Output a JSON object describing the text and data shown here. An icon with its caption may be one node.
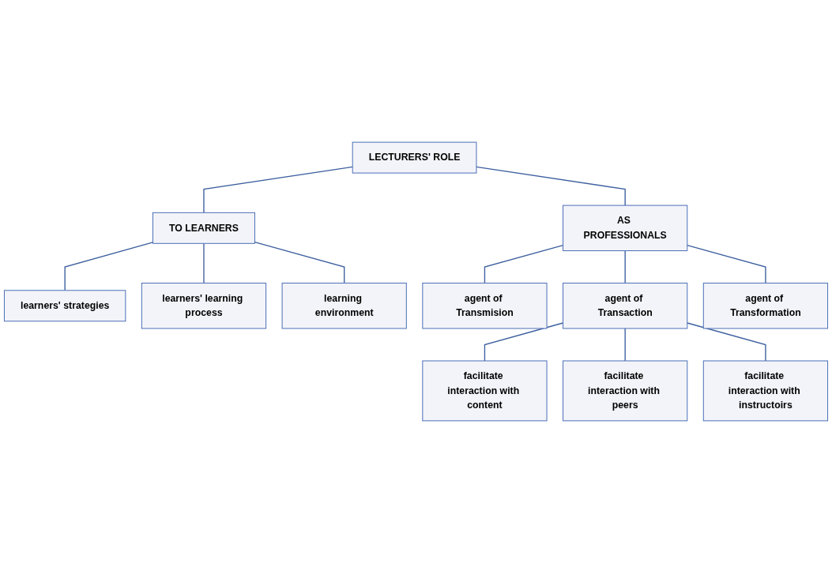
{
  "diagram": {
    "nodes": [
      {
        "text": [
          "LECTURERS' ROLE"
        ]
      },
      {
        "text": [
          "TO LEARNERS"
        ]
      },
      {
        "text": [
          "AS PROFESSIONALS"
        ]
      },
      {
        "text": [
          "learners' strategies"
        ]
      },
      {
        "text": [
          "learners' learning process"
        ]
      },
      {
        "text": [
          "learning environment"
        ]
      },
      {
        "text": [
          "agent of Transmision"
        ]
      },
      {
        "text": [
          "agent of Transaction"
        ]
      },
      {
        "text": [
          "agent of Transformation"
        ]
      },
      {
        "text": [
          "facilitate interaction with content"
        ]
      },
      {
        "text": [
          "facilitate interaction with peers"
        ]
      },
      {
        "text": [
          "facilitate interaction with instructoirs"
        ]
      }
    ],
    "edges": [
      {
        "from": 0,
        "to": 1,
        "arrow": "none"
      },
      {
        "from": 0,
        "to": 2,
        "arrow": "none"
      },
      {
        "from": 1,
        "to": 3,
        "arrow": "none"
      },
      {
        "from": 1,
        "to": 4,
        "arrow": "none"
      },
      {
        "from": 1,
        "to": 5,
        "arrow": "none"
      },
      {
        "from": 2,
        "to": 6,
        "arrow": "none"
      },
      {
        "from": 2,
        "to": 7,
        "arrow": "none"
      },
      {
        "from": 2,
        "to": 8,
        "arrow": "none"
      },
      {
        "from": 7,
        "to": 9,
        "arrow": "none"
      },
      {
        "from": 7,
        "to": 10,
        "arrow": "none"
      },
      {
        "from": 7,
        "to": 11,
        "arrow": "none"
      }
    ]
  }
}
